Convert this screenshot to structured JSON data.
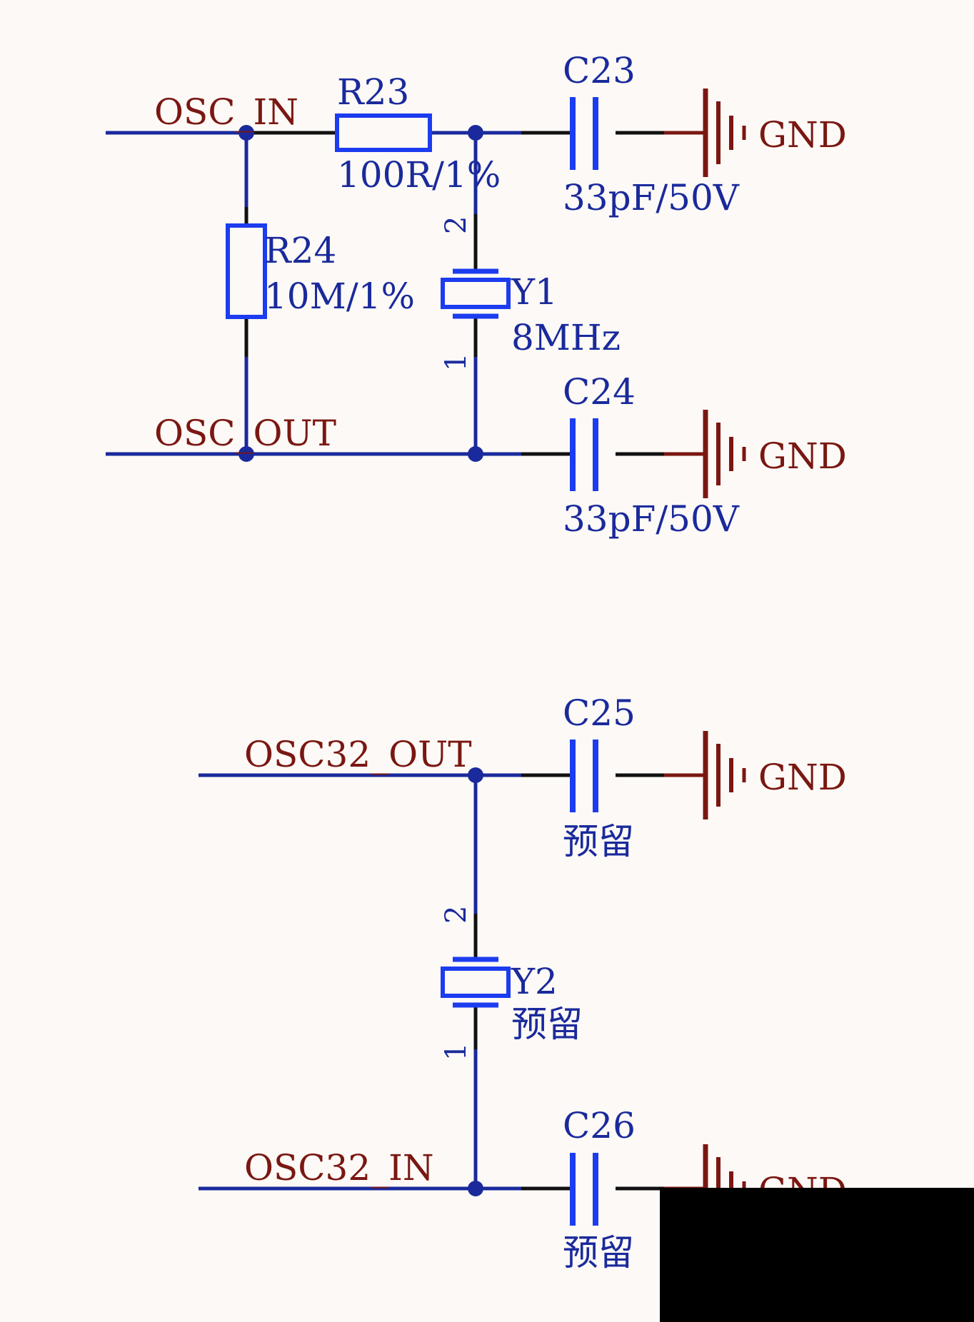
{
  "nets": {
    "osc_in": "OSC_IN",
    "osc_out": "OSC_OUT",
    "osc32_out": "OSC32_OUT",
    "osc32_in": "OSC32_IN",
    "gnd": "GND"
  },
  "components": {
    "r23": {
      "ref": "R23",
      "value": "100R/1%"
    },
    "r24": {
      "ref": "R24",
      "value": "10M/1%"
    },
    "c23": {
      "ref": "C23",
      "value": "33pF/50V"
    },
    "c24": {
      "ref": "C24",
      "value": "33pF/50V"
    },
    "y1": {
      "ref": "Y1",
      "value": "8MHz",
      "pin_top": "2",
      "pin_bottom": "1"
    },
    "c25": {
      "ref": "C25",
      "value": "预留"
    },
    "y2": {
      "ref": "Y2",
      "value": "预留",
      "pin_top": "2",
      "pin_bottom": "1"
    },
    "c26": {
      "ref": "C26",
      "value": "预留"
    }
  },
  "colors": {
    "wire": "#1a2a9c",
    "component": "#1c3cf0",
    "net_label": "#7a1712",
    "gnd_symbol": "#7a1712",
    "pin_stub": "#111111",
    "background": "#fdf9f6"
  }
}
